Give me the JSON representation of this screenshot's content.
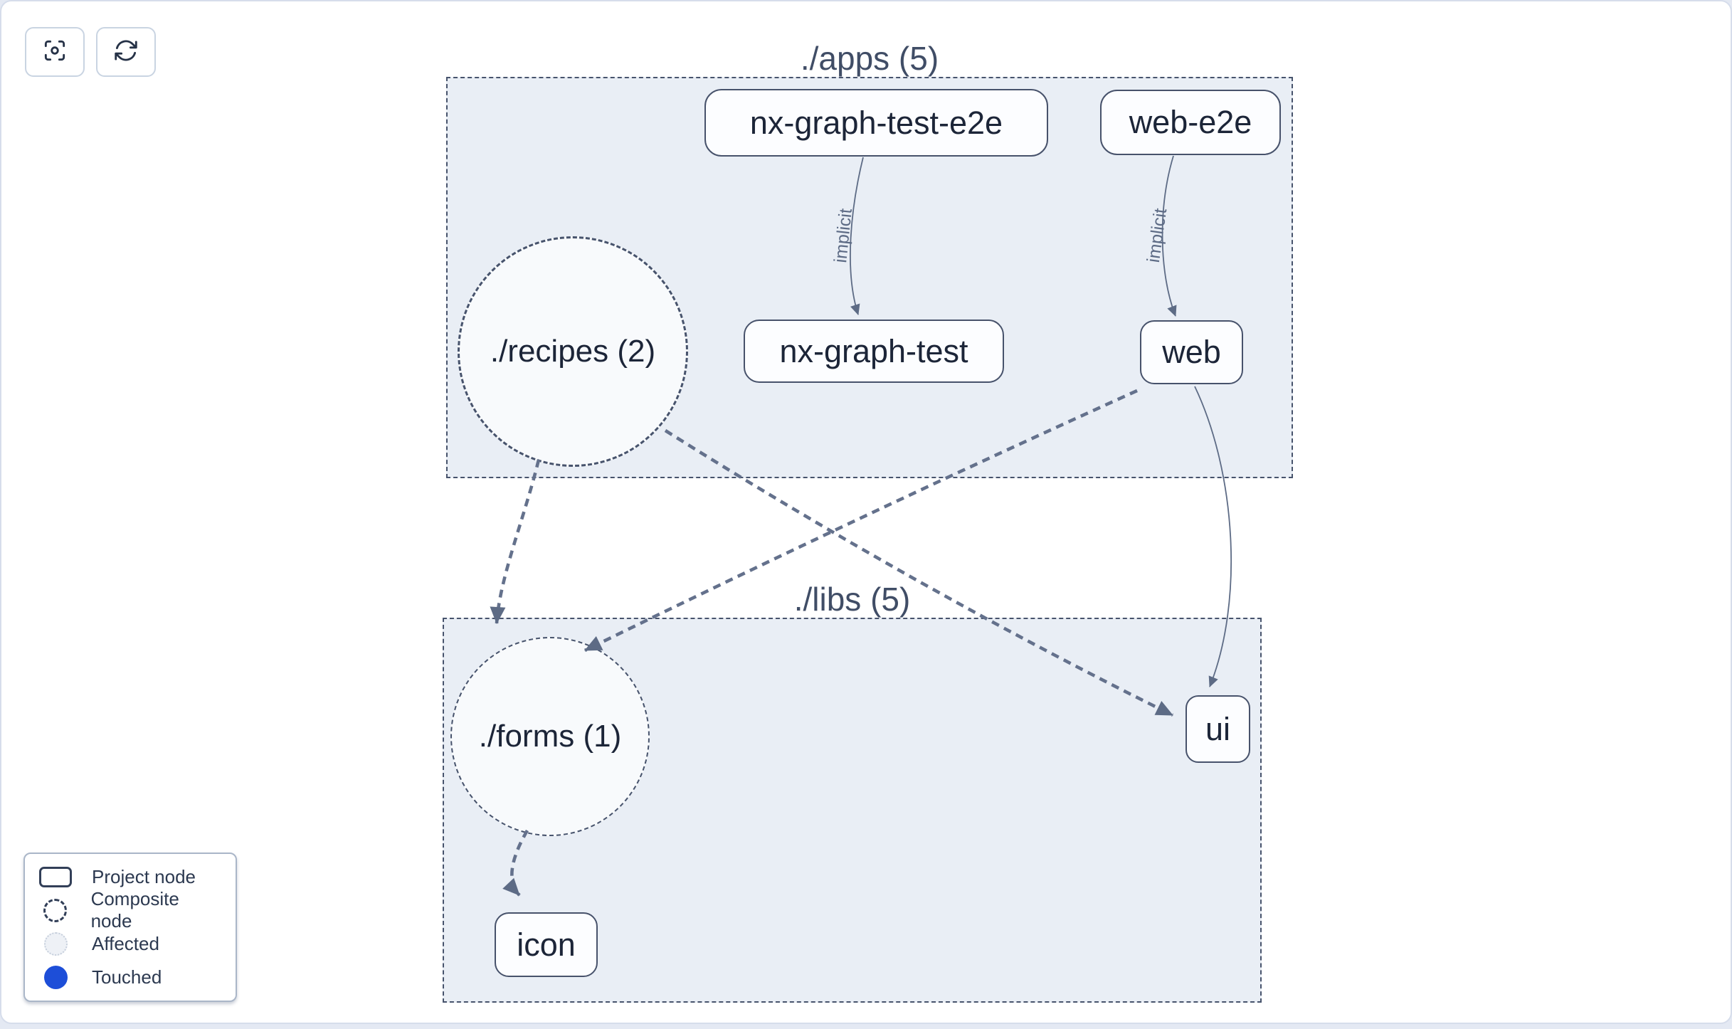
{
  "toolbar": {
    "buttons": [
      {
        "name": "focus",
        "icon": "focus-icon"
      },
      {
        "name": "refresh",
        "icon": "refresh-icon"
      }
    ]
  },
  "graph": {
    "groups": [
      {
        "id": "apps",
        "label": "./apps (5)"
      },
      {
        "id": "libs",
        "label": "./libs (5)"
      }
    ],
    "nodes": [
      {
        "id": "nx-graph-test-e2e",
        "label": "nx-graph-test-e2e",
        "type": "project",
        "group": "apps"
      },
      {
        "id": "web-e2e",
        "label": "web-e2e",
        "type": "project",
        "group": "apps"
      },
      {
        "id": "recipes",
        "label": "./recipes (2)",
        "type": "composite",
        "group": "apps"
      },
      {
        "id": "nx-graph-test",
        "label": "nx-graph-test",
        "type": "project",
        "group": "apps"
      },
      {
        "id": "web",
        "label": "web",
        "type": "project",
        "group": "apps"
      },
      {
        "id": "forms",
        "label": "./forms (1)",
        "type": "composite",
        "group": "libs"
      },
      {
        "id": "ui",
        "label": "ui",
        "type": "project",
        "group": "libs"
      },
      {
        "id": "icon",
        "label": "icon",
        "type": "project",
        "group": "libs"
      }
    ],
    "edges": [
      {
        "source": "nx-graph-test-e2e",
        "target": "nx-graph-test",
        "label": "implicit",
        "style": "solid"
      },
      {
        "source": "web-e2e",
        "target": "web",
        "label": "implicit",
        "style": "solid"
      },
      {
        "source": "recipes",
        "target": "forms",
        "label": "",
        "style": "dashed"
      },
      {
        "source": "recipes",
        "target": "ui",
        "label": "",
        "style": "dashed"
      },
      {
        "source": "web",
        "target": "forms",
        "label": "",
        "style": "dashed"
      },
      {
        "source": "web",
        "target": "ui",
        "label": "",
        "style": "solid"
      },
      {
        "source": "forms",
        "target": "icon",
        "label": "",
        "style": "dashed"
      }
    ]
  },
  "legend": {
    "items": [
      {
        "label": "Project node"
      },
      {
        "label": "Composite node"
      },
      {
        "label": "Affected"
      },
      {
        "label": "Touched"
      }
    ]
  },
  "colors": {
    "touched_blue": "#1d4ed8",
    "affected_fill": "#eef1f6",
    "container_fill": "#e9eef5",
    "edge_slate": "#64718c",
    "node_text": "#1c2538"
  }
}
